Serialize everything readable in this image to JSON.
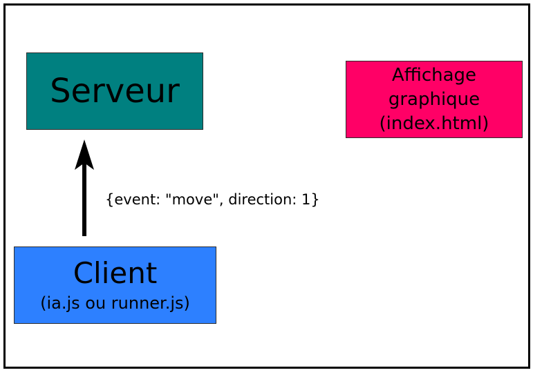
{
  "diagram": {
    "server": {
      "title": "Serveur",
      "color": "#008080"
    },
    "display": {
      "lines": [
        "Affichage",
        "graphique",
        "(index.html)"
      ],
      "color": "#ff0066"
    },
    "client": {
      "title": "Client",
      "subtitle": "(ia.js ou runner.js)",
      "color": "#2d80ff"
    },
    "message": "{event: \"move\", direction: 1}",
    "arrow": {
      "icon": "arrow-up-icon",
      "from": "client",
      "to": "server"
    }
  }
}
